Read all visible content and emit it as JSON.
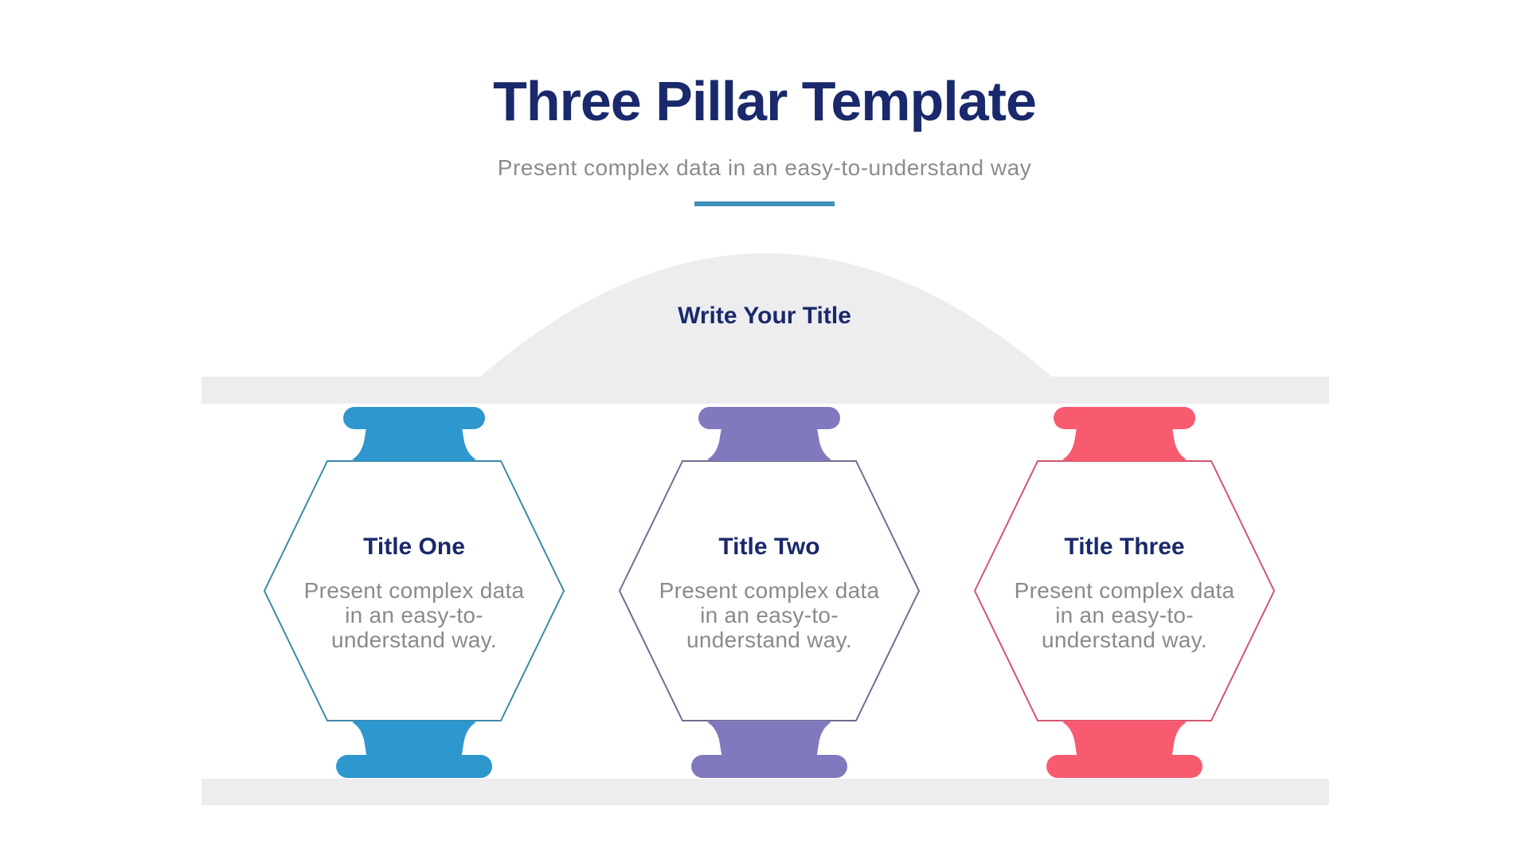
{
  "header": {
    "title": "Three Pillar Template",
    "subtitle": "Present complex data in an easy-to-understand way"
  },
  "diagram": {
    "dome_title": "Write Your Title"
  },
  "pillars": [
    {
      "id": "one",
      "title": "Title One",
      "body_lines": [
        "Present complex data",
        "in an easy-to-",
        "understand way."
      ],
      "color": "#2E97CE",
      "stroke": "#3C89AC"
    },
    {
      "id": "two",
      "title": "Title Two",
      "body_lines": [
        "Present complex data",
        "in an easy-to-",
        "understand way."
      ],
      "color": "#8179BE",
      "stroke": "#716D8E"
    },
    {
      "id": "three",
      "title": "Title Three",
      "body_lines": [
        "Present complex data",
        "in an easy-to-",
        "understand way."
      ],
      "color": "#F85B70",
      "stroke": "#D4556D"
    }
  ],
  "colors": {
    "navy": "#1A296B",
    "subtitle_gray": "#8C8C8C",
    "body_gray": "#8A8A8A",
    "band": "#EDECEF",
    "divider": "#3E90B6"
  }
}
